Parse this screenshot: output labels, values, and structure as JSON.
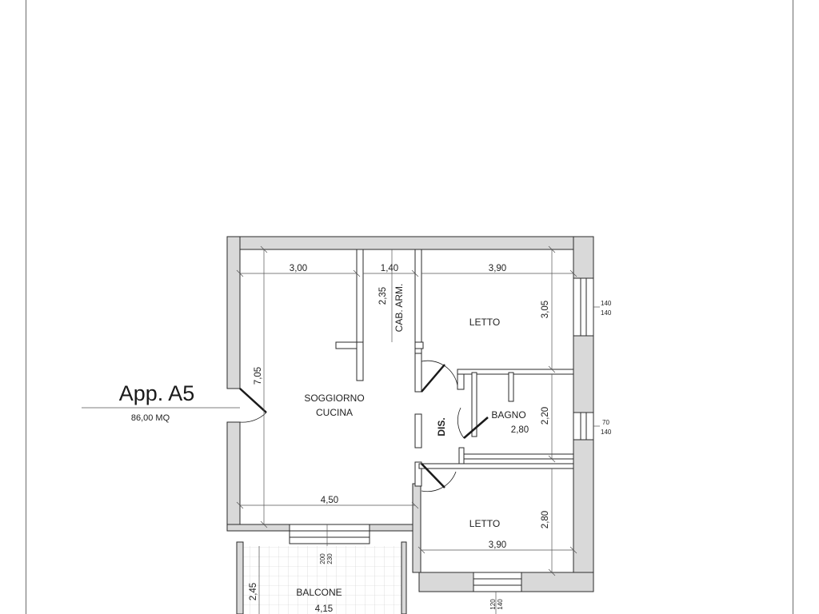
{
  "title": {
    "apartment": "App. A5",
    "area": "86,00 MQ"
  },
  "rooms": {
    "living": "SOGGIORNO",
    "kitchen": "CUCINA",
    "bedroom_top": "LETTO",
    "bedroom_bottom": "LETTO",
    "bathroom": "BAGNO",
    "closet": "CAB. ARM.",
    "hall": "DIS.",
    "balcony": "BALCONE"
  },
  "dimensions": {
    "living_width": "3,00",
    "closet_width": "1,40",
    "bed_top_width": "3,90",
    "closet_depth": "2,35",
    "bed_top_depth": "3,05",
    "living_depth": "7,05",
    "bath_depth": "2,20",
    "bath_width": "2,80",
    "living_bottom_width": "4,50",
    "bed_bottom_depth": "2,80",
    "bed_bottom_width": "3,90",
    "balcony_depth": "2,45",
    "balcony_width": "4,15"
  },
  "windows": {
    "w_bed_top_a": "140",
    "w_bed_top_b": "140",
    "w_bath_a": "70",
    "w_bath_b": "140",
    "w_living_a": "200",
    "w_living_b": "230",
    "w_bed_bottom_a": "120",
    "w_bed_bottom_b": "140"
  }
}
